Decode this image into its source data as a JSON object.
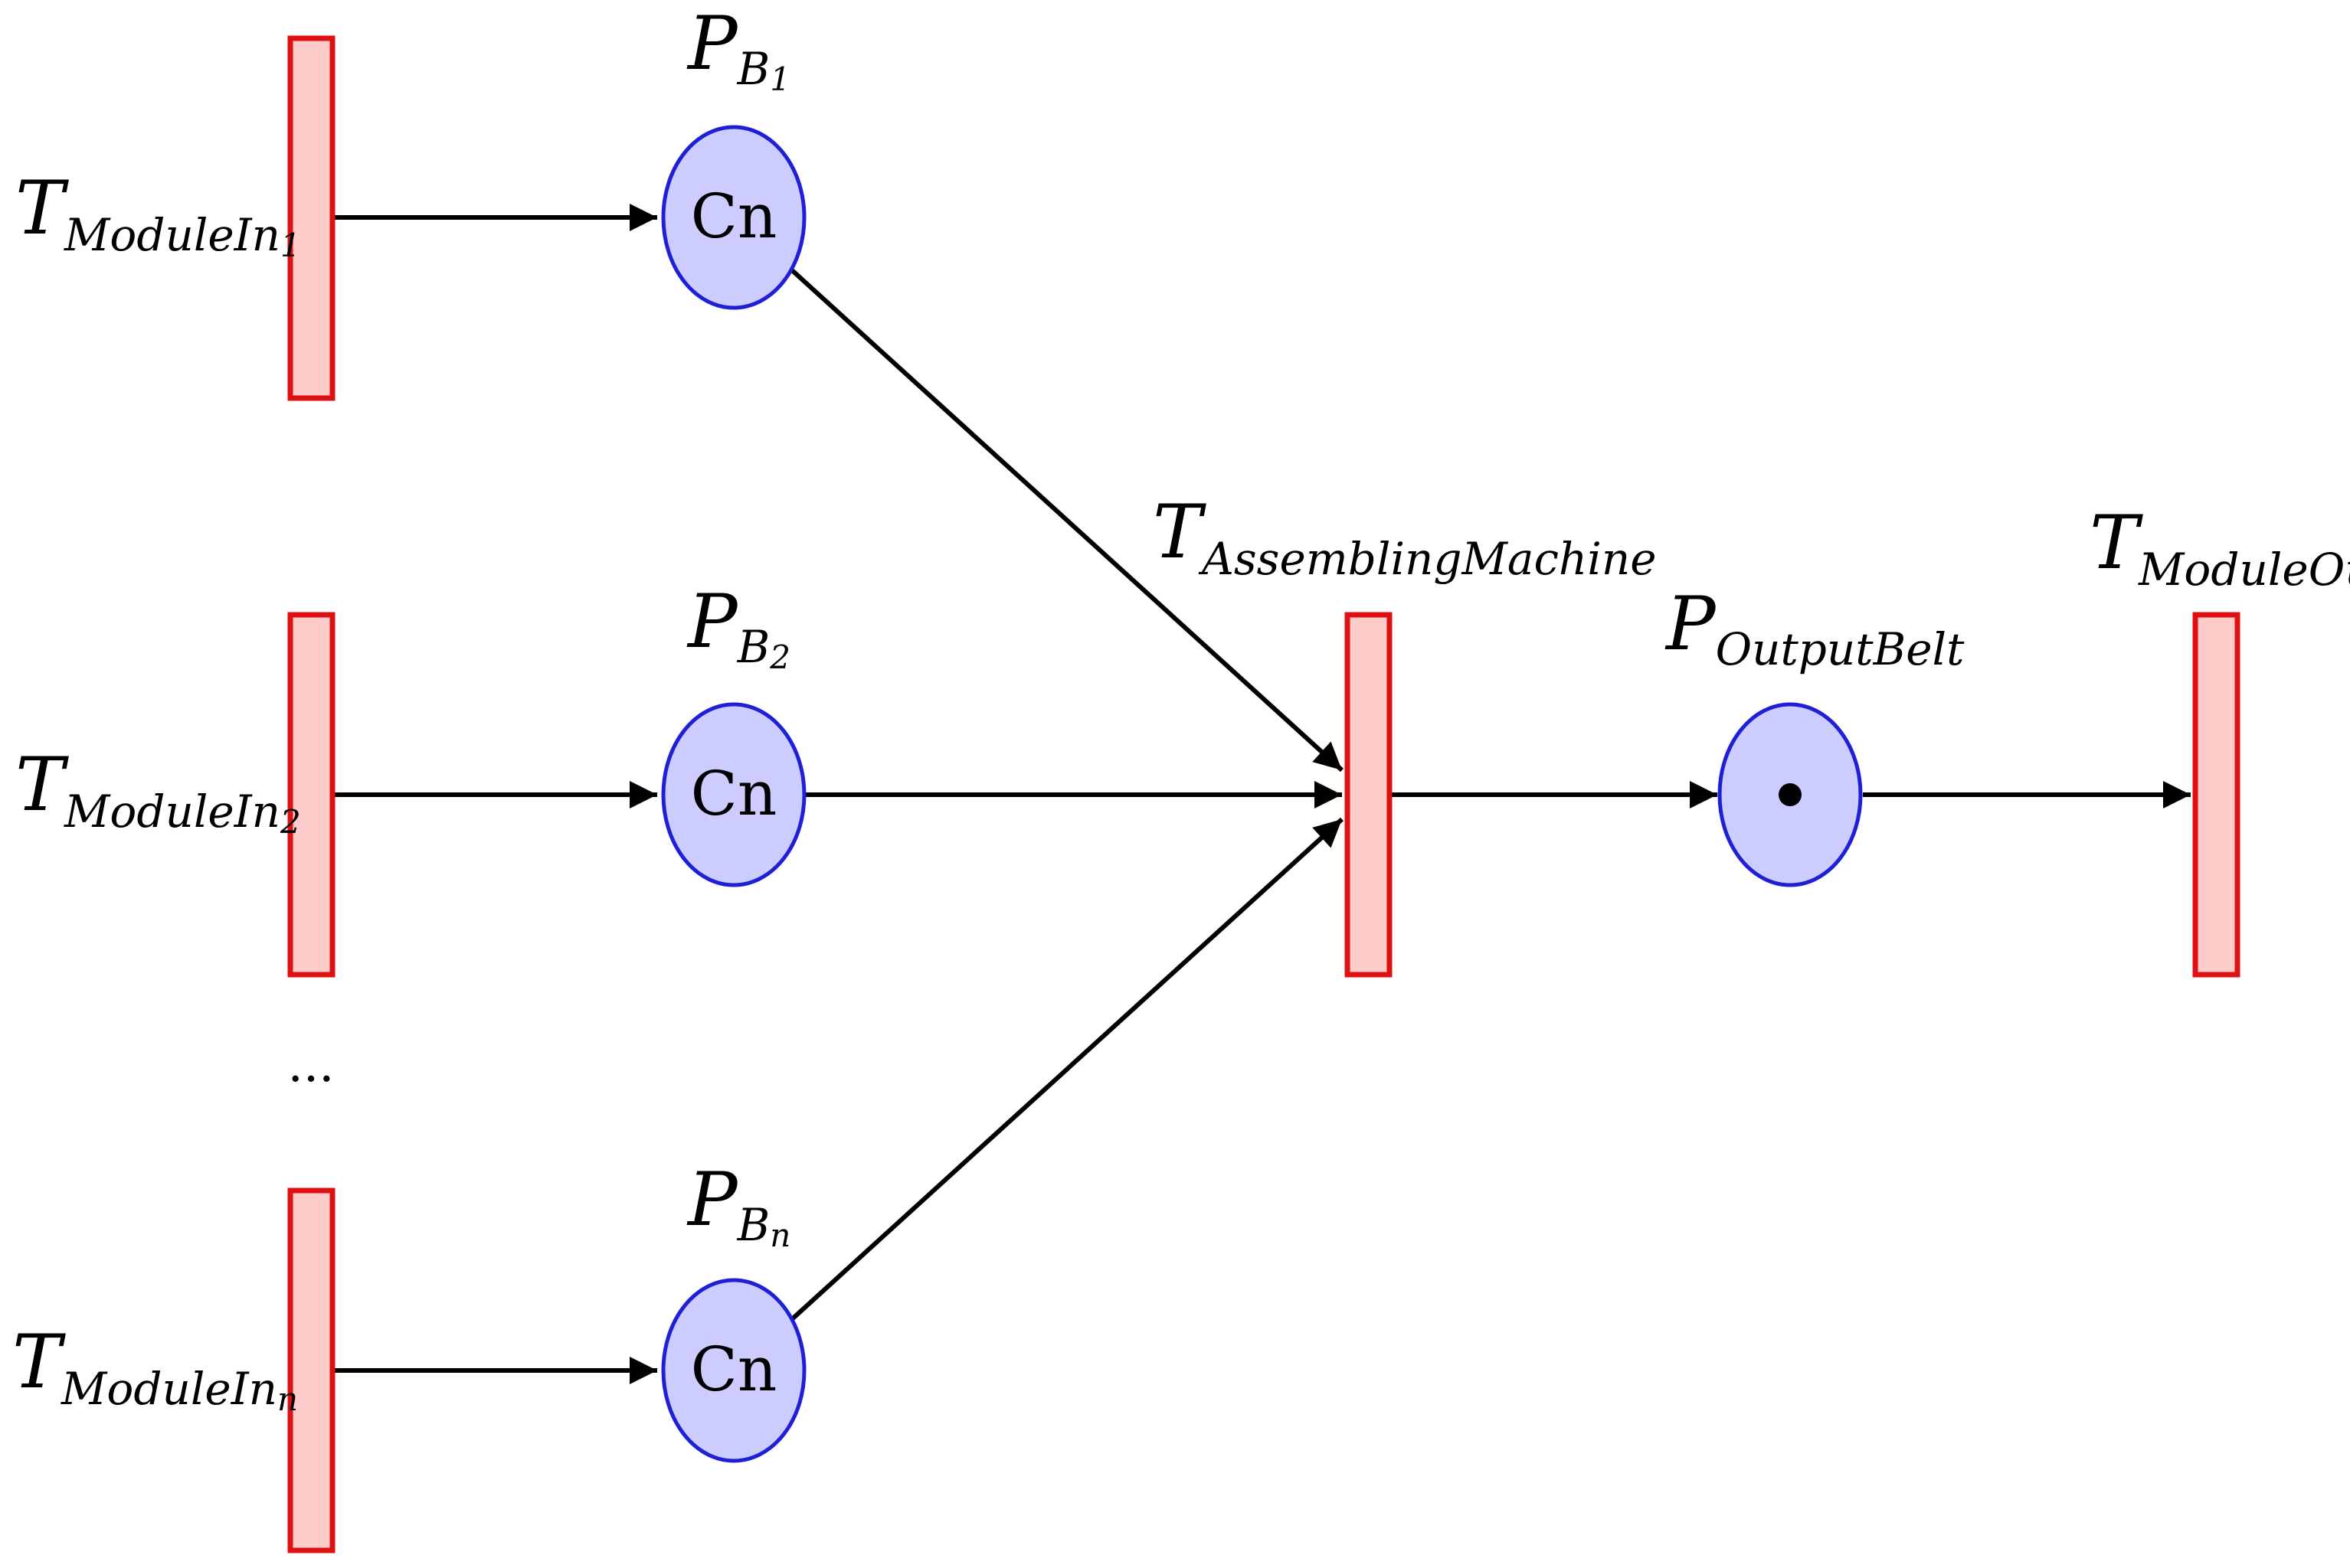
{
  "colors": {
    "transition_fill": "#ffcccc",
    "transition_stroke": "#dd1111",
    "place_fill": "#ccccff",
    "place_stroke": "#1f1fd8",
    "arc": "#000000"
  },
  "transitions": {
    "in1": {
      "main": "T",
      "sub": "ModuleIn",
      "subsub": "1"
    },
    "in2": {
      "main": "T",
      "sub": "ModuleIn",
      "subsub": "2"
    },
    "inn": {
      "main": "T",
      "sub": "ModuleIn",
      "subsub": "n"
    },
    "assembling": {
      "main": "T",
      "sub": "AssemblingMachine"
    },
    "out": {
      "main": "T",
      "sub": "ModuleOut"
    }
  },
  "places": {
    "b1": {
      "main": "P",
      "sub": "B",
      "subsub": "1",
      "content": "Cn"
    },
    "b2": {
      "main": "P",
      "sub": "B",
      "subsub": "2",
      "content": "Cn"
    },
    "bn": {
      "main": "P",
      "sub": "B",
      "subsub": "n",
      "content": "Cn"
    },
    "output_belt": {
      "main": "P",
      "sub": "OutputBelt",
      "tokens": 1
    }
  },
  "ellipsis": "..."
}
